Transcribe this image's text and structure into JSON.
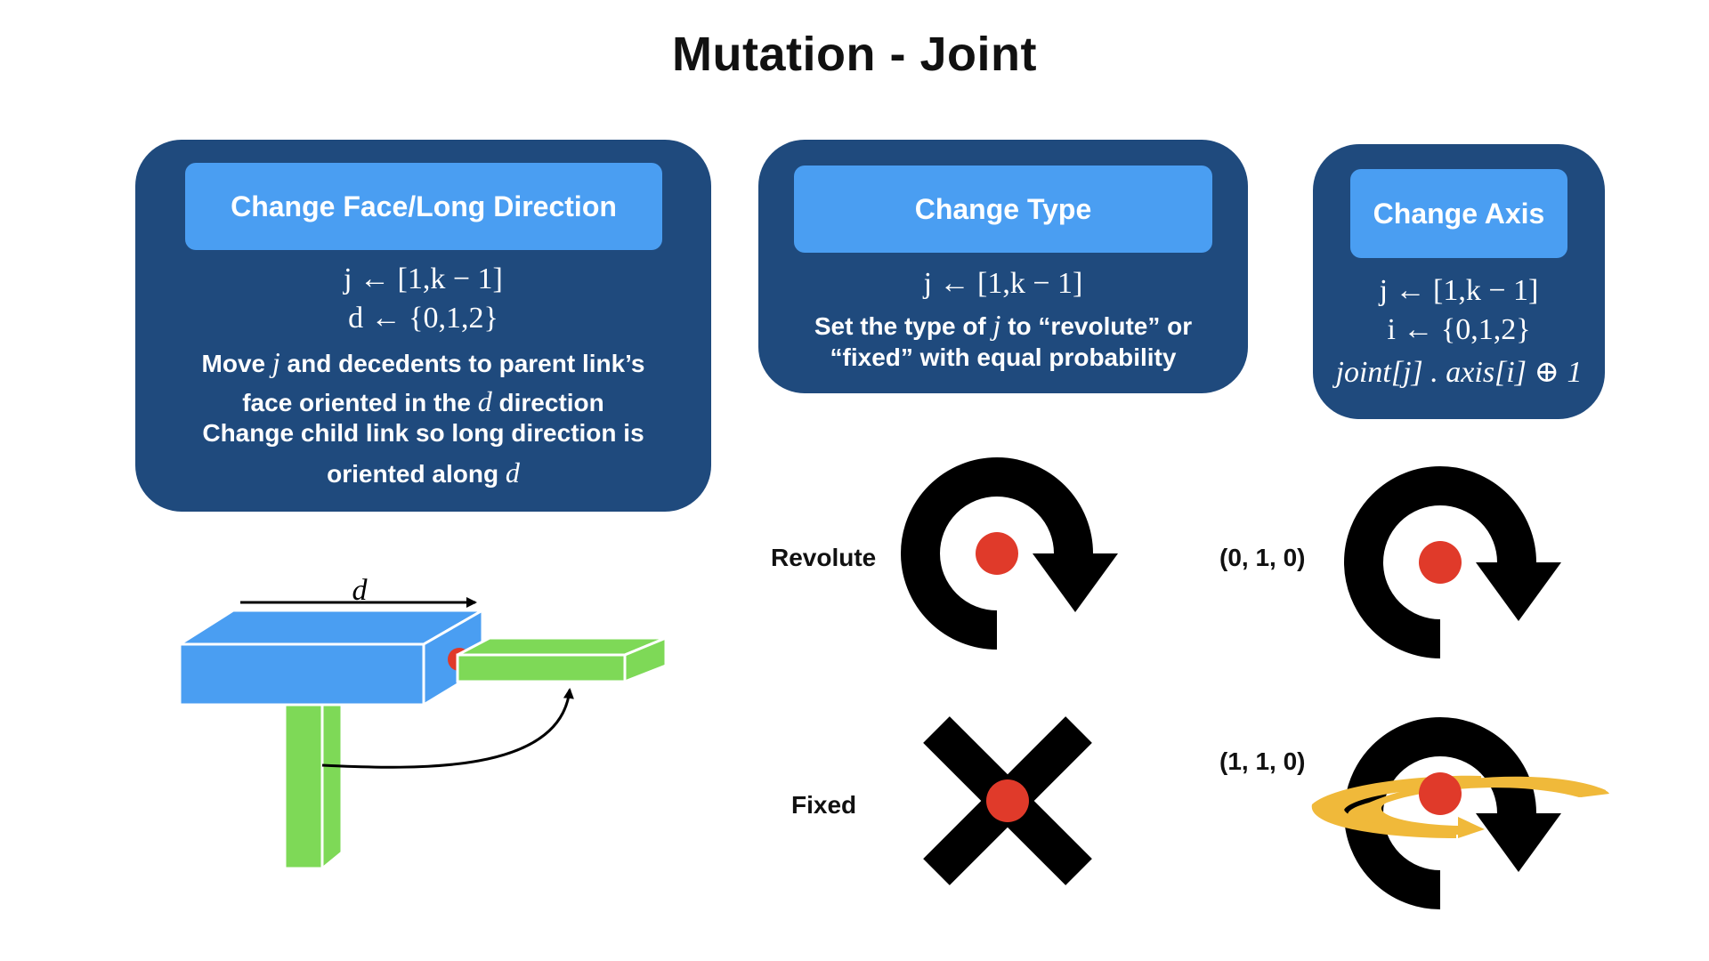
{
  "title": "Mutation - Joint",
  "panels": {
    "face": {
      "header": "Change Face/Long Direction",
      "eq1": "j ← [1,k − 1]",
      "eq2": "d ← {0,1,2}",
      "line3_a": "Move ",
      "line3_var": "j",
      "line3_b": " and decedents to parent link’s",
      "line4_a": "face oriented in the ",
      "line4_var": "d",
      "line4_b": " direction",
      "line5": "Change child link so long direction is",
      "line6_a": "oriented along ",
      "line6_var": "d"
    },
    "type": {
      "header": "Change Type",
      "eq1": "j ← [1,k − 1]",
      "line2_a": "Set the type of ",
      "line2_var": "j",
      "line2_b": " to “revolute” or",
      "line3": "“fixed” with equal probability"
    },
    "axis": {
      "header": "Change Axis",
      "eq1": "j ← [1,k − 1]",
      "eq2": "i ← {0,1,2}",
      "eq3": "joint[j] . axis[i] ⊕ 1"
    }
  },
  "diagram": {
    "d_label": "d"
  },
  "type_icons": {
    "revolute_label": "Revolute",
    "fixed_label": "Fixed"
  },
  "axis_icons": {
    "axis1_label": "(0, 1, 0)",
    "axis2_label": "(1, 1, 0)"
  },
  "colors": {
    "panel": "#1f4a7d",
    "header": "#4a9ef2",
    "blue_link": "#4a9ef2",
    "green_link": "#7ed957",
    "joint": "#e03a2a",
    "orbit": "#f0b93a"
  }
}
